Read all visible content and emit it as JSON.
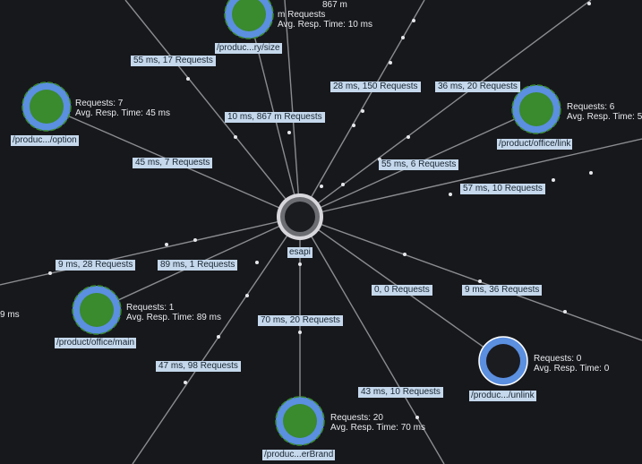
{
  "hub": {
    "label": "esapi"
  },
  "nodes": [
    {
      "id": "size",
      "label": "/produc...ry/size",
      "requests": "m Requests",
      "resp": "Avg. Resp. Time: 10 ms",
      "extra": "867 m",
      "style": "green"
    },
    {
      "id": "option",
      "label": "/produc.../option",
      "requests": "Requests: 7",
      "resp": "Avg. Resp. Time: 45 ms",
      "style": "green"
    },
    {
      "id": "link",
      "label": "/product/office/link",
      "requests": "Requests: 6",
      "resp": "Avg. Resp. Time: 5",
      "style": "green"
    },
    {
      "id": "main",
      "label": "/product/office/main",
      "requests": "Requests: 1",
      "resp": "Avg. Resp. Time: 89 ms",
      "style": "green"
    },
    {
      "id": "unlink",
      "label": "/produc.../unlink",
      "requests": "Requests: 0",
      "resp": "Avg. Resp. Time: 0",
      "style": "dark"
    },
    {
      "id": "erbrand",
      "label": "/produc...erBrand",
      "requests": "Requests: 20",
      "resp": "Avg. Resp. Time: 70 ms",
      "style": "green"
    }
  ],
  "edge_labels": [
    "55 ms, 17 Requests",
    "10 ms, 867 m Requests",
    "28 ms, 150 Requests",
    "36 ms, 20 Requests",
    "45 ms, 7 Requests",
    "55 ms, 6 Requests",
    "57 ms, 10 Requests",
    "9 ms, 28 Requests",
    "89 ms, 1 Requests",
    "0, 0 Requests",
    "9 ms, 36 Requests",
    "70 ms, 20 Requests",
    "47 ms, 98 Requests",
    "43 ms, 10 Requests"
  ],
  "clipped_text": {
    "left": "9 ms"
  },
  "colors": {
    "background": "#17181c",
    "edge": "#8a8c90",
    "ring": "#5b8fe0",
    "fill_green": "#3a8a2e",
    "fill_dark": "#1b1c20",
    "hub_ring": "#d8d8dc",
    "label_bg": "#c5d8ec"
  }
}
